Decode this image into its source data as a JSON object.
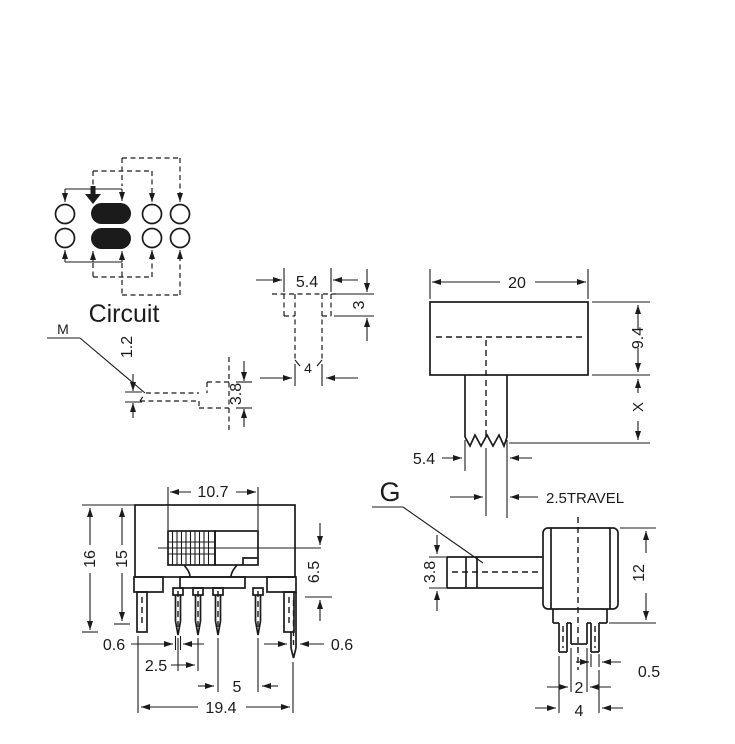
{
  "page": {
    "background": "#ffffff",
    "line_color": "#1b1b1b",
    "contact_fill": "#111111"
  },
  "circuit_diagram": {
    "title": "Circuit",
    "detail_label": "M",
    "dim_flange_offset": "1.2",
    "dim_flange_height": "3.8"
  },
  "actuator_top_view": {
    "dim_width": "5.4",
    "dim_cap_depth": "3",
    "dim_stem_width": "4"
  },
  "body_top_view": {
    "dim_body_width": "20",
    "dim_body_height": "9.4",
    "dim_actuator_length": "X",
    "dim_actuator_width": "5.4",
    "dim_travel": "2.5TRAVEL"
  },
  "front_view": {
    "dim_slot_width": "10.7",
    "dim_overall_height": "16",
    "dim_body_height": "15",
    "dim_center_height": "6.5",
    "dim_pin_width_left": "0.6",
    "dim_pin_pitch": "2.5",
    "dim_pin_gap": "5",
    "dim_overall_width": "19.4",
    "dim_pin_width_right": "0.6"
  },
  "side_view": {
    "detail_label": "G",
    "dim_actuator_height": "3.8",
    "dim_body_depth": "12",
    "dim_pin_thickness": "0.5",
    "dim_pin_inner_span": "2",
    "dim_pin_outer_span": "4"
  }
}
